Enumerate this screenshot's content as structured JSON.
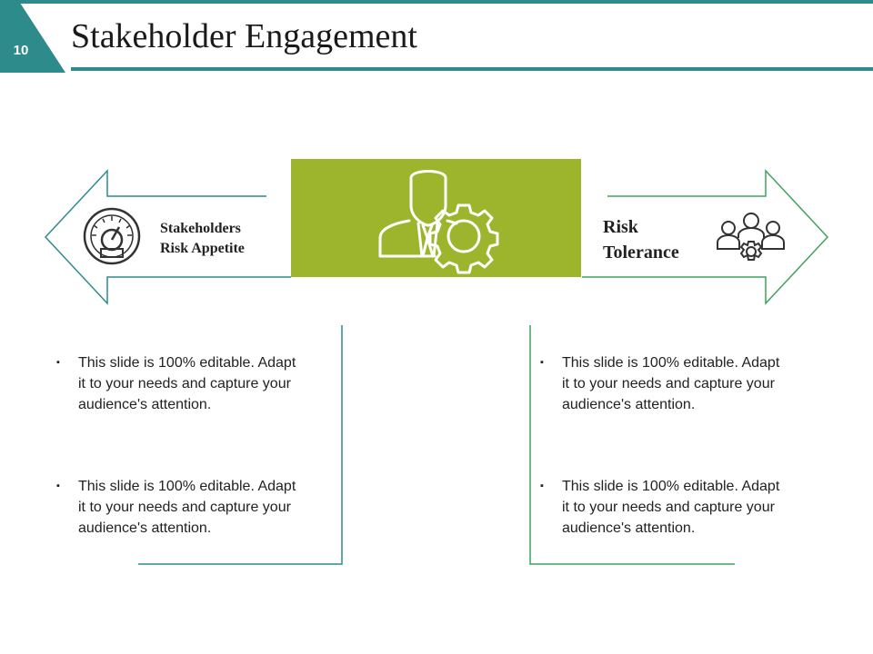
{
  "slide": {
    "page_number": "10",
    "title": "Stakeholder Engagement"
  },
  "center_icon": "businessman-gear-icon",
  "left_arrow": {
    "label_line1": "Stakeholders",
    "label_line2": "Risk Appetite",
    "icon": "speedometer-icon"
  },
  "right_arrow": {
    "label_line1": "Risk",
    "label_line2": "Tolerance",
    "icon": "team-gear-icon"
  },
  "left_bullets": [
    {
      "line1": "This slide is 100% editable. Adapt",
      "line2": "it to your needs and capture your",
      "line3": "audience's attention."
    },
    {
      "line1": "This slide is 100% editable. Adapt",
      "line2": "it to your needs and capture your",
      "line3": "audience's attention."
    }
  ],
  "right_bullets": [
    {
      "line1": "This slide is 100% editable. Adapt",
      "line2": "it to your needs and capture your",
      "line3": "audience's attention."
    },
    {
      "line1": "This slide is 100% editable. Adapt",
      "line2": "it to your needs and capture your",
      "line3": "audience's attention."
    }
  ],
  "bullet_symbol": "▪",
  "colors": {
    "teal": "#2e8b8b",
    "green_stroke": "#3fa35c",
    "olive_green": "#9db52c",
    "icon_dark": "#333333"
  }
}
